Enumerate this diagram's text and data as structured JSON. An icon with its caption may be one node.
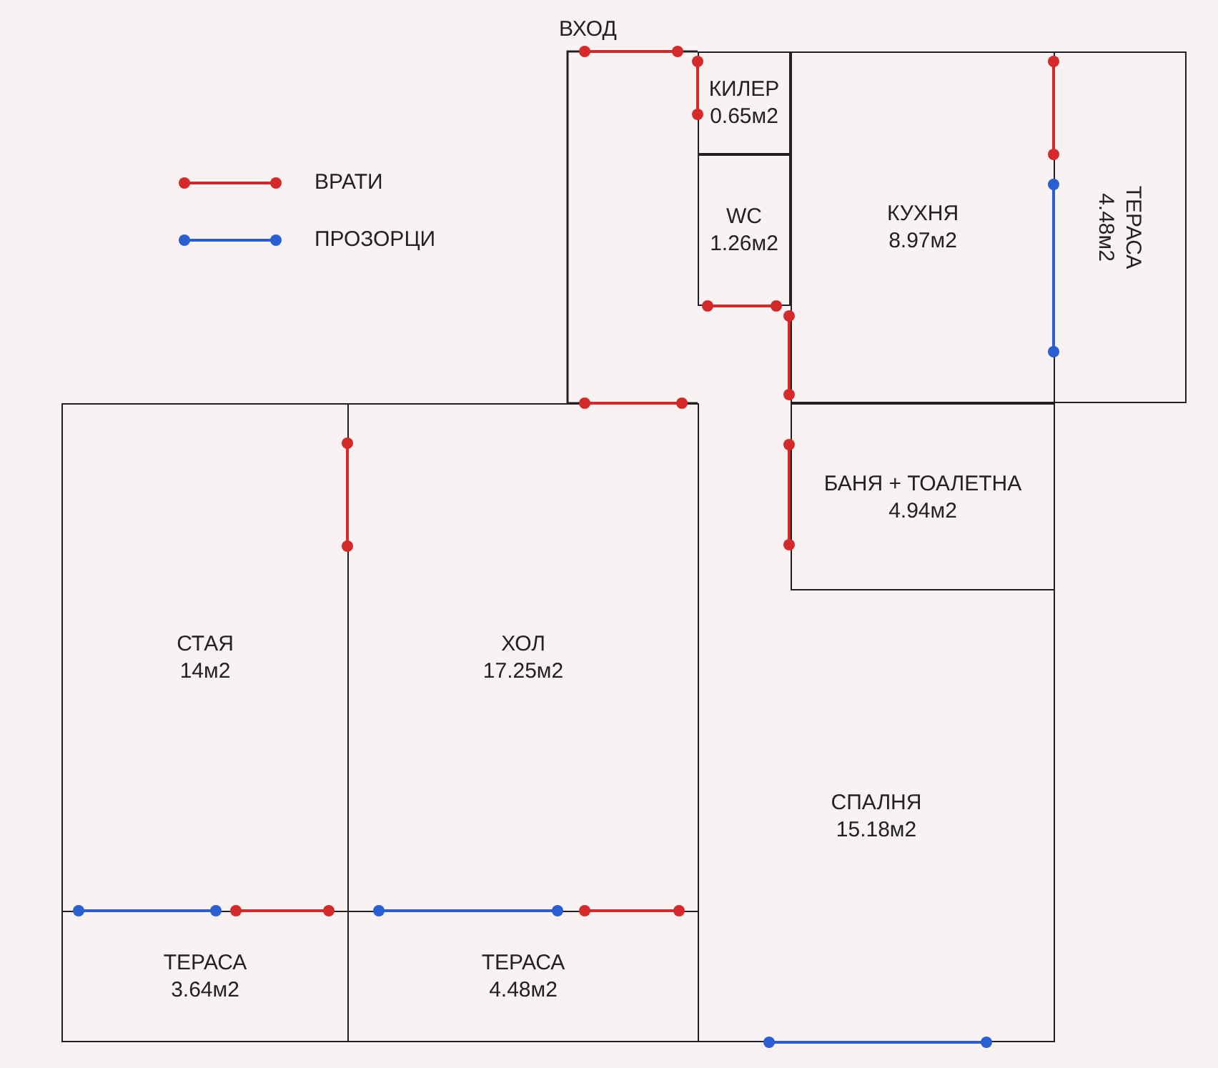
{
  "diagram": {
    "nodes": [
      {
        "text": [
          "КИЛЕР",
          "0.65м2"
        ]
      },
      {
        "text": [
          "WC",
          "1.26м2"
        ]
      },
      {
        "text": [
          "КУХНЯ",
          "8.97м2"
        ]
      },
      {
        "text": [
          "ТЕРАСА",
          "4.48м2"
        ]
      },
      {
        "text": [
          "БАНЯ + ТОАЛЕТНА",
          "4.94м2"
        ]
      },
      {
        "text": [
          "СТАЯ",
          "14м2"
        ]
      },
      {
        "text": [
          "ХОЛ",
          "17.25м2"
        ]
      },
      {
        "text": [
          "СПАЛНЯ",
          "15.18м2"
        ]
      },
      {
        "text": [
          "ТЕРАСА",
          "3.64м2"
        ]
      },
      {
        "text": [
          "ТЕРАСА",
          "4.48м2"
        ]
      }
    ],
    "labels": [
      "ВХОД"
    ],
    "legend": [
      {
        "text": "ВРАТИ"
      },
      {
        "text": "ПРОЗОРЦИ"
      }
    ]
  }
}
